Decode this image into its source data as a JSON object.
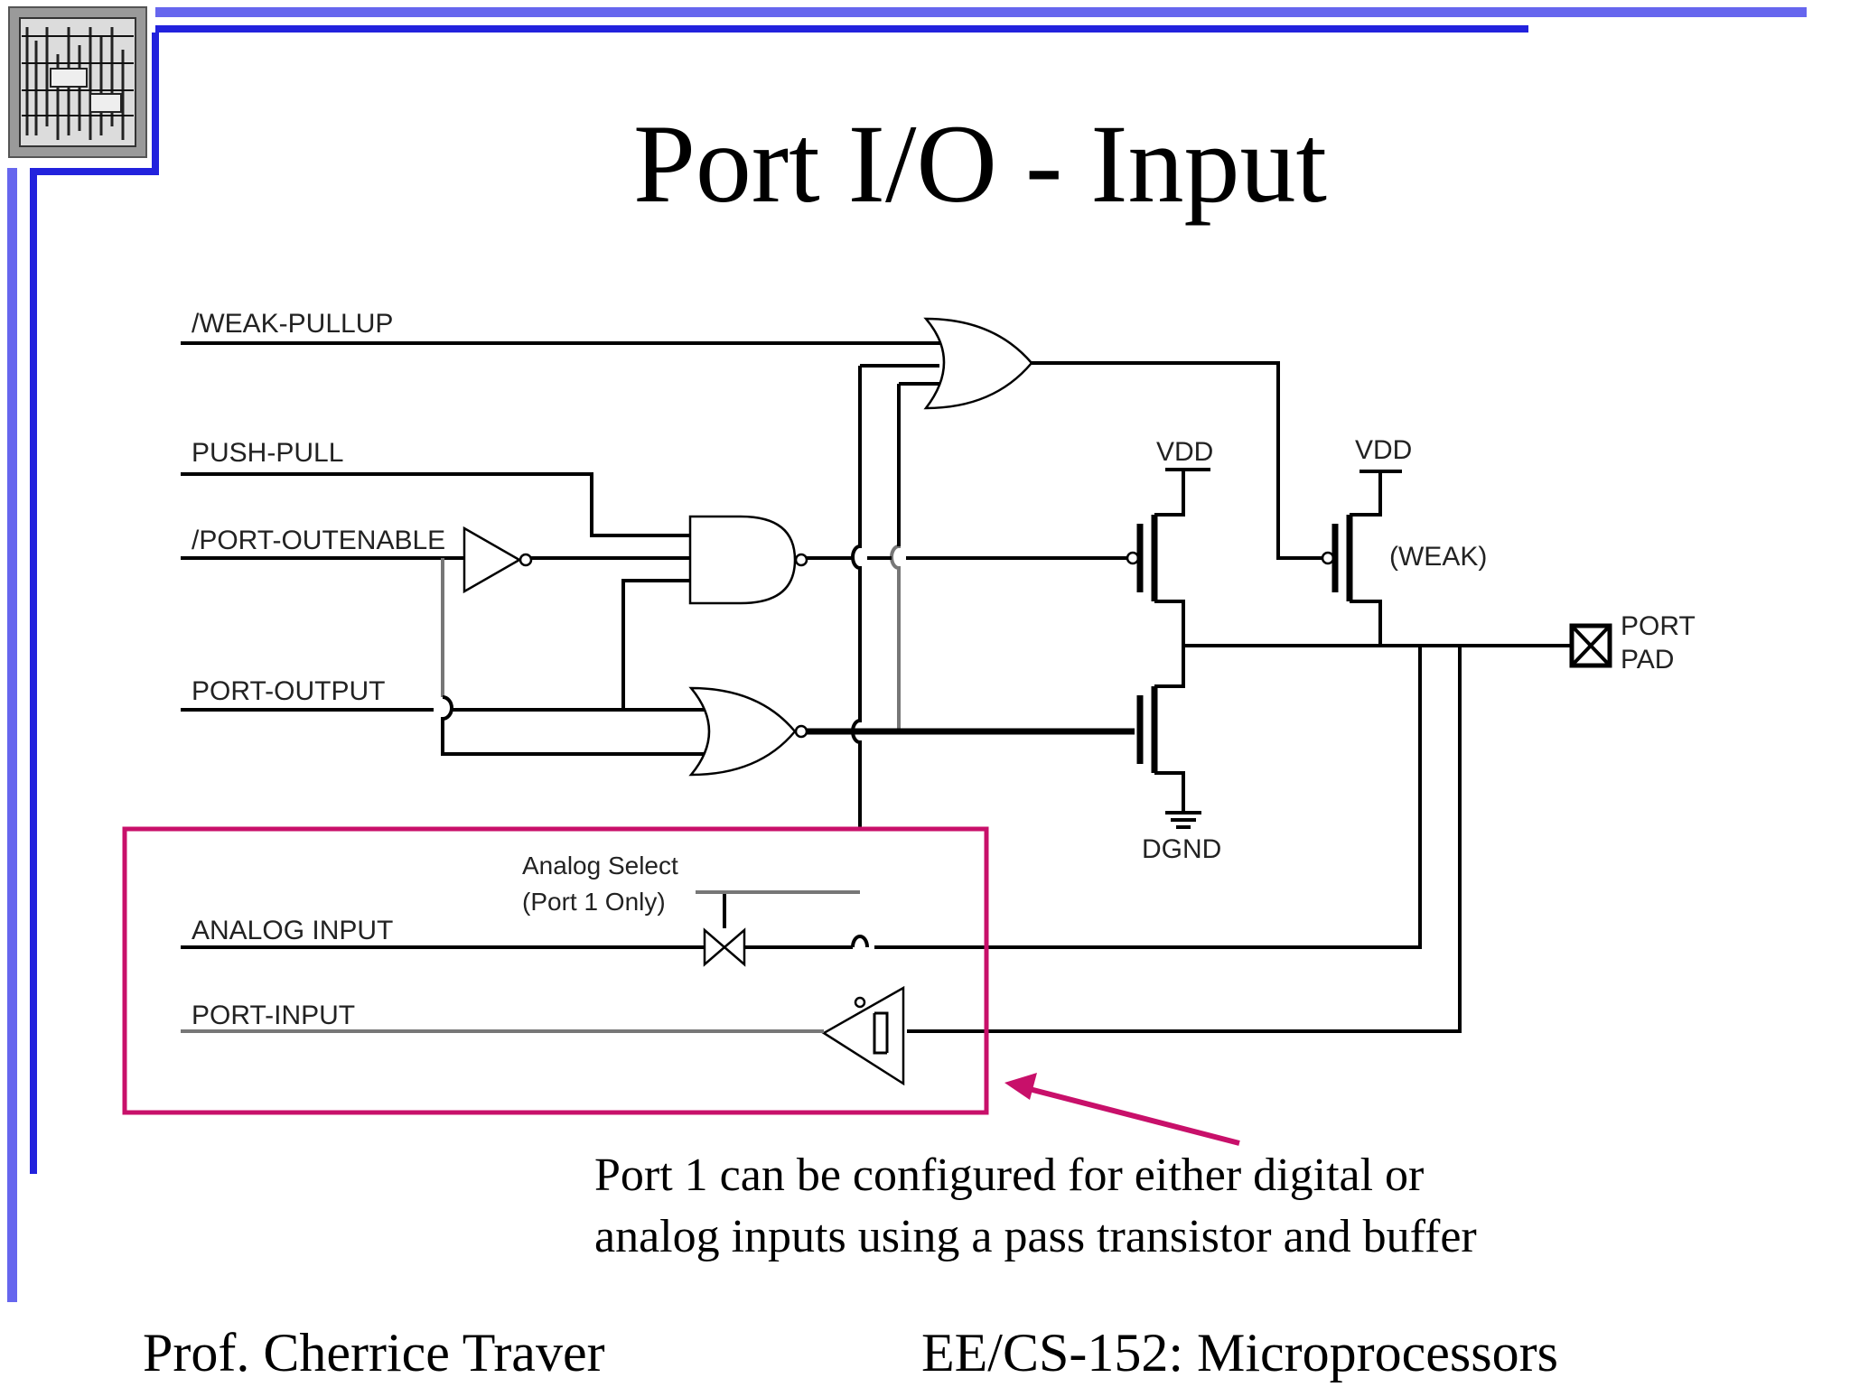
{
  "slide": {
    "title": "Port I/O - Input",
    "caption_line1": "Port 1 can be configured for either digital or",
    "caption_line2": "analog inputs using a pass transistor and buffer",
    "footer_left": "Prof. Cherrice Traver",
    "footer_right": "EE/CS-152: Microprocessors"
  },
  "colors": {
    "frame_blue": "#3333dd",
    "frame_light_blue": "#6666ee",
    "highlight_box": "#c8106a"
  },
  "diagram": {
    "signals": {
      "weak_pullup": "/WEAK-PULLUP",
      "push_pull": "PUSH-PULL",
      "port_outenable": "/PORT-OUTENABLE",
      "port_output": "PORT-OUTPUT",
      "analog_input": "ANALOG INPUT",
      "port_input": "PORT-INPUT"
    },
    "analog_select_line1": "Analog Select",
    "analog_select_line2": "(Port 1 Only)",
    "vdd_1": "VDD",
    "vdd_2": "VDD",
    "weak": "(WEAK)",
    "dgnd": "DGND",
    "port_pad_line1": "PORT",
    "port_pad_line2": "PAD"
  }
}
